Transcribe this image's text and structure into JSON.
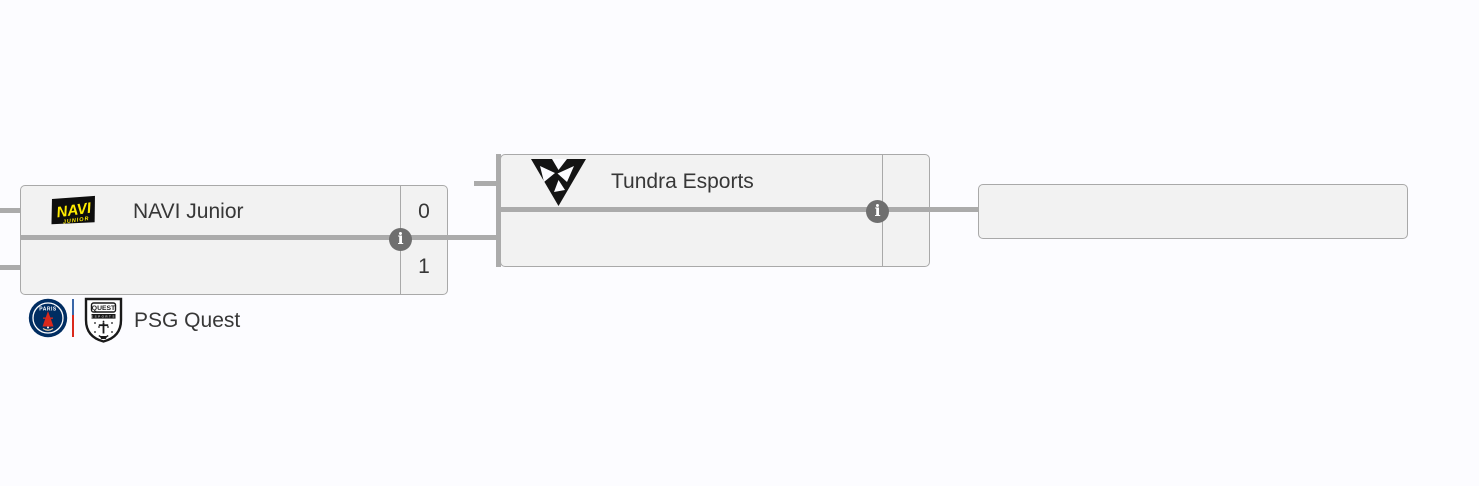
{
  "bracket": {
    "round1_match": {
      "top": {
        "team": "NAVI Junior",
        "score": "0"
      },
      "bottom": {
        "team": "PSG Quest",
        "score": "1"
      }
    },
    "round2_match": {
      "top": {
        "team": "Tundra Esports",
        "score": ""
      },
      "bottom": {
        "team": "",
        "score": ""
      }
    },
    "final_slot": {
      "team": "",
      "score": ""
    },
    "info_icon_glyph": "i"
  },
  "logo_text": {
    "navi_main": "NAVI",
    "navi_sub": "JUNIOR",
    "psg_top": "PARIS",
    "quest_main": "QUEST",
    "quest_sub": "ESPORTS"
  },
  "colors": {
    "background": "#fcfcff",
    "box_fill": "#f2f2f2",
    "box_border": "#a9a9a9",
    "connector_line": "#ababab",
    "text": "#373737",
    "info_icon_bg": "#6f6f6f",
    "navi_yellow": "#ffec00",
    "psg_blue": "#002d62",
    "psg_red": "#da291c",
    "tundra_black": "#141414"
  }
}
